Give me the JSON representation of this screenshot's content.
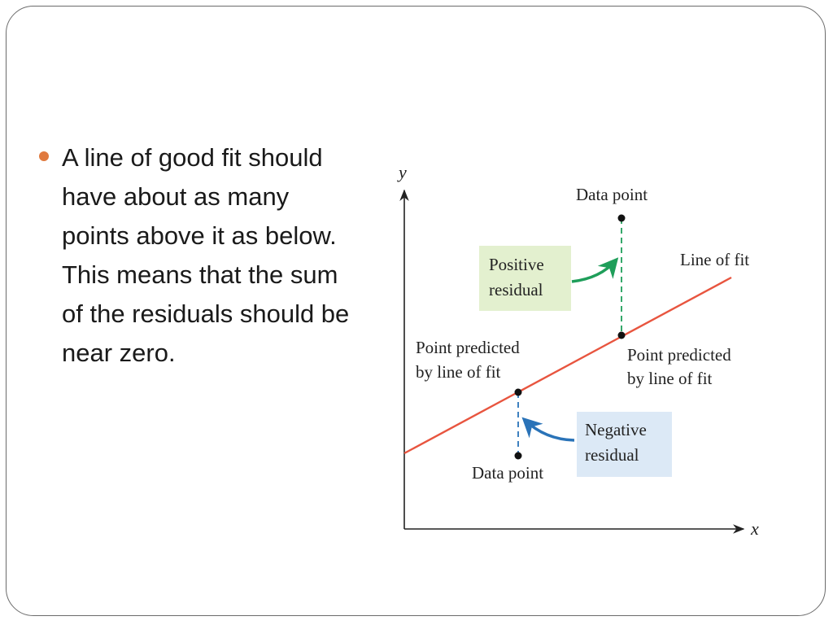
{
  "slide": {
    "bullet_text": "A line of good fit should have about as many points above it as below. This means that the sum of the residuals should be near zero."
  },
  "diagram": {
    "axis_x_label": "x",
    "axis_y_label": "y",
    "line_label": "Line of fit",
    "upper_data_point_label": "Data point",
    "lower_data_point_label": "Data point",
    "positive_residual_line1": "Positive",
    "positive_residual_line2": "residual",
    "negative_residual_line1": "Negative",
    "negative_residual_line2": "residual",
    "left_predicted_line1": "Point predicted",
    "left_predicted_line2": "by line of fit",
    "right_predicted_line1": "Point predicted",
    "right_predicted_line2": "by line of fit"
  },
  "colors": {
    "bullet": "#e07a3f",
    "line_of_fit": "#e8553f",
    "positive_residual": "#1f9e5a",
    "negative_residual": "#2a73b8",
    "positive_box": "#e3f0cf",
    "negative_box": "#dce9f6"
  }
}
